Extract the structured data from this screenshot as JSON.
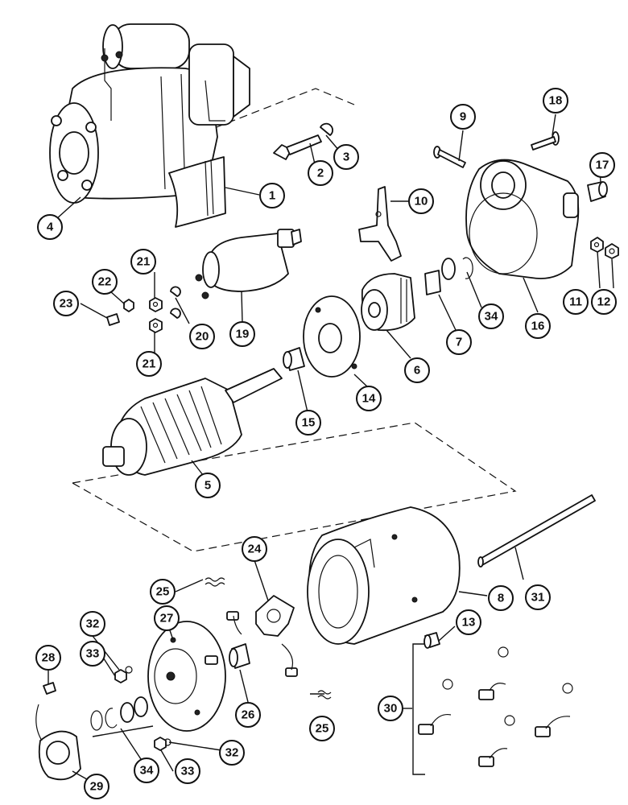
{
  "callouts": [
    {
      "id": "c1",
      "label": "1"
    },
    {
      "id": "c2",
      "label": "2"
    },
    {
      "id": "c3",
      "label": "3"
    },
    {
      "id": "c4",
      "label": "4"
    },
    {
      "id": "c5",
      "label": "5"
    },
    {
      "id": "c6",
      "label": "6"
    },
    {
      "id": "c7",
      "label": "7"
    },
    {
      "id": "c8",
      "label": "8"
    },
    {
      "id": "c9",
      "label": "9"
    },
    {
      "id": "c10",
      "label": "10"
    },
    {
      "id": "c11",
      "label": "11"
    },
    {
      "id": "c12",
      "label": "12"
    },
    {
      "id": "c13",
      "label": "13"
    },
    {
      "id": "c14",
      "label": "14"
    },
    {
      "id": "c15",
      "label": "15"
    },
    {
      "id": "c16",
      "label": "16"
    },
    {
      "id": "c17",
      "label": "17"
    },
    {
      "id": "c18",
      "label": "18"
    },
    {
      "id": "c19",
      "label": "19"
    },
    {
      "id": "c20",
      "label": "20"
    },
    {
      "id": "c21a",
      "label": "21"
    },
    {
      "id": "c21b",
      "label": "21"
    },
    {
      "id": "c22",
      "label": "22"
    },
    {
      "id": "c23",
      "label": "23"
    },
    {
      "id": "c24",
      "label": "24"
    },
    {
      "id": "c25a",
      "label": "25"
    },
    {
      "id": "c25b",
      "label": "25"
    },
    {
      "id": "c26",
      "label": "26"
    },
    {
      "id": "c27",
      "label": "27"
    },
    {
      "id": "c28",
      "label": "28"
    },
    {
      "id": "c29",
      "label": "29"
    },
    {
      "id": "c30",
      "label": "30"
    },
    {
      "id": "c31",
      "label": "31"
    },
    {
      "id": "c32a",
      "label": "32"
    },
    {
      "id": "c32b",
      "label": "32"
    },
    {
      "id": "c33a",
      "label": "33"
    },
    {
      "id": "c33b",
      "label": "33"
    },
    {
      "id": "c34a",
      "label": "34"
    },
    {
      "id": "c34b",
      "label": "34"
    }
  ]
}
